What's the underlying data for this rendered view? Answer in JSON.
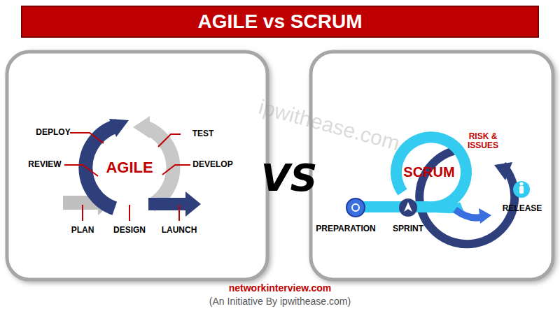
{
  "diagram": {
    "title": "AGILE vs SCRUM",
    "nodes": [
      {
        "text": [
          "AGILE"
        ]
      },
      {
        "text": [
          "SCRUM"
        ]
      }
    ],
    "labels": [
      "DEPLOY",
      "TEST",
      "REVIEW",
      "DEVELOP",
      "PLAN",
      "DESIGN",
      "LAUNCH",
      "VS",
      "RISK & ISSUES",
      "PREPARATION",
      "SPRINT",
      "RELEASE",
      "networkinterview.com",
      "(An Initiative By ipwithease.com)",
      "ipwithease.com"
    ]
  }
}
